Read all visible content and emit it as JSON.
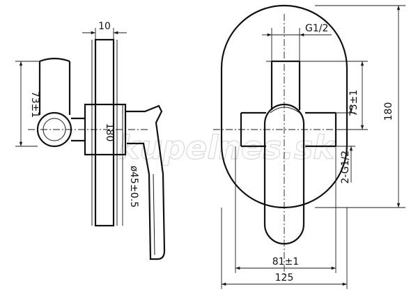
{
  "watermark": "kupelnes.sk",
  "side_view": {
    "dim_top_width": "10",
    "dim_handle_height": "73±1",
    "dim_plate_height": "180",
    "dim_diameter": "ø45±0.5"
  },
  "front_view": {
    "dim_thread_top": "G1/2",
    "dim_height_right": "180",
    "dim_handle_height": "73±1",
    "dim_threads_side": "2-G1/2",
    "dim_handle_width": "81±1",
    "dim_plate_width": "125"
  },
  "colors": {
    "line": "#1a1a1a",
    "background": "#ffffff",
    "watermark": "#c9c9c9"
  }
}
